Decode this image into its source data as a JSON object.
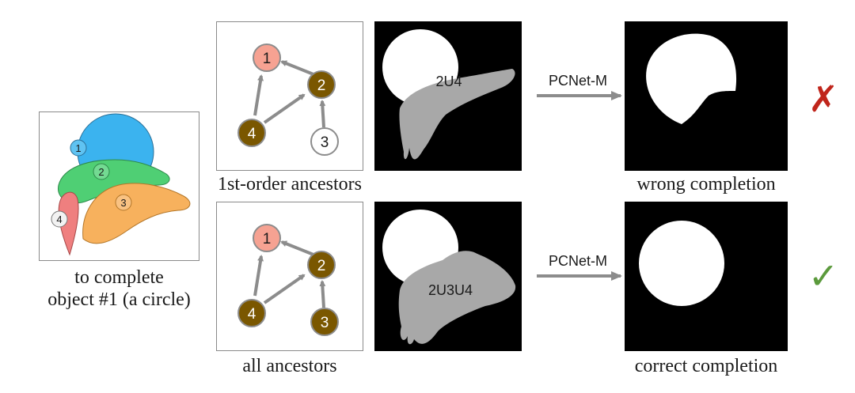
{
  "target": {
    "caption_line1": "to complete",
    "caption_line2": "object #1 (a circle)",
    "labels": [
      "1",
      "2",
      "3",
      "4"
    ]
  },
  "rows": [
    {
      "graph_caption": "1st-order ancestors",
      "node_labels": [
        "1",
        "2",
        "3",
        "4"
      ],
      "occluder_label": "2U4",
      "method_label": "PCNet-M",
      "result_caption": "wrong completion",
      "verdict": "✗",
      "verdict_color": "#c0251b"
    },
    {
      "graph_caption": "all ancestors",
      "node_labels": [
        "1",
        "2",
        "3",
        "4"
      ],
      "occluder_label": "2U3U4",
      "method_label": "PCNet-M",
      "result_caption": "correct completion",
      "verdict": "✓",
      "verdict_color": "#5b9a3c"
    }
  ],
  "colors": {
    "object1": "#3bb3ef",
    "object2": "#4fcf74",
    "object3": "#f7b15d",
    "object4": "#ef7f7f",
    "node_target": "#f6a292",
    "node_ancestor": "#7a5700",
    "occluder_gray": "#a8a8a8",
    "arrow_gray": "#8c8c8c"
  }
}
